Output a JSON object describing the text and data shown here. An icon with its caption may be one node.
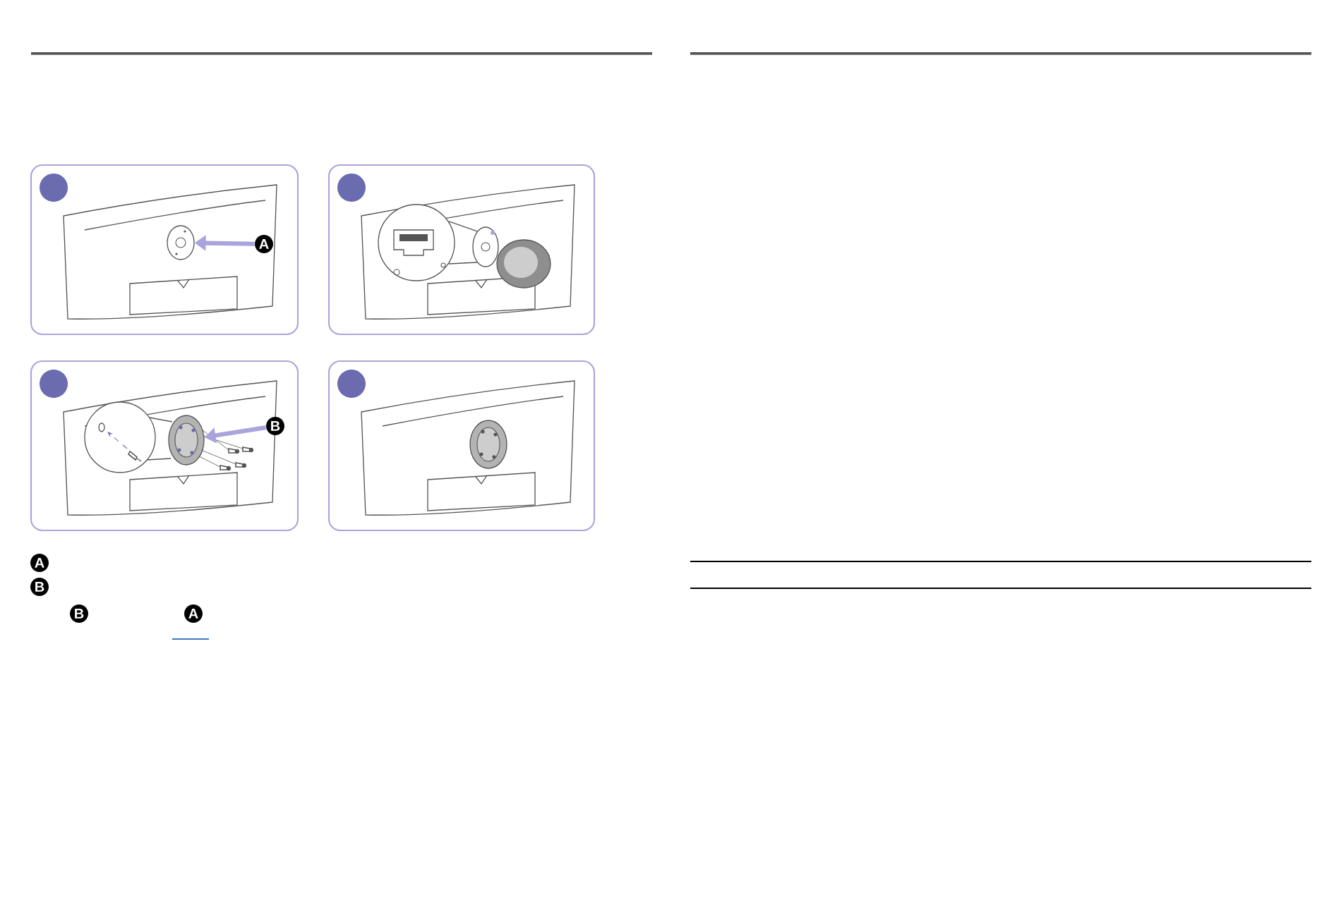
{
  "diagram": {
    "nodes": [
      {
        "text": [
          "A"
        ]
      },
      {
        "text": [],
        "shape": "circle"
      },
      {
        "text": [
          "B"
        ]
      },
      {
        "text": [],
        "shape": "circle"
      },
      {
        "text": [],
        "shape": "circle"
      },
      {
        "text": [
          "A"
        ]
      },
      {
        "text": [
          "B"
        ]
      },
      {
        "text": [
          "B"
        ]
      },
      {
        "text": [
          "A"
        ]
      }
    ],
    "edges": [
      {
        "from": 0,
        "to": 1,
        "arrow": "to"
      },
      {
        "from": 2,
        "to": 3,
        "arrow": "to"
      }
    ]
  }
}
